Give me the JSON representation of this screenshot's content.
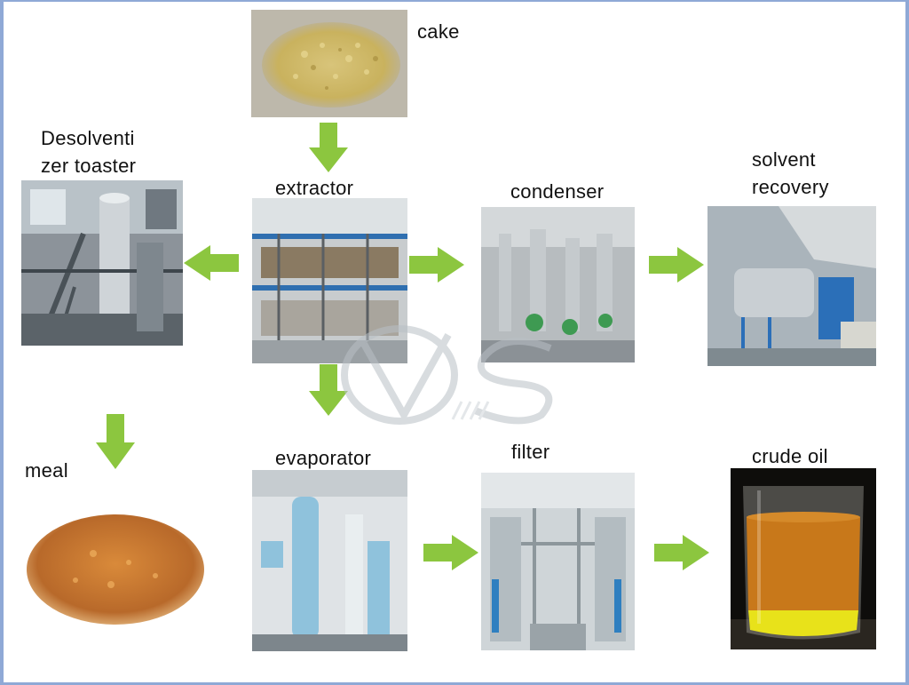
{
  "labels": {
    "cake": "cake",
    "desolventizer": "Desolventi\nzer toaster",
    "extractor": "extractor",
    "condenser": "condenser",
    "solvent_recovery": "solvent\nrecovery",
    "meal": "meal",
    "evaporator": "evaporator",
    "filter": "filter",
    "crude_oil": "crude oil"
  },
  "colors": {
    "arrow": "#8cc63f",
    "frame": "#8fa9d6"
  },
  "watermark": {
    "logo": "vs-logo"
  },
  "flow": [
    [
      "cake",
      "extractor"
    ],
    [
      "extractor",
      "desolventizer"
    ],
    [
      "extractor",
      "condenser"
    ],
    [
      "condenser",
      "solvent_recovery"
    ],
    [
      "extractor",
      "evaporator"
    ],
    [
      "desolventizer",
      "meal"
    ],
    [
      "evaporator",
      "filter"
    ],
    [
      "filter",
      "crude_oil"
    ]
  ]
}
